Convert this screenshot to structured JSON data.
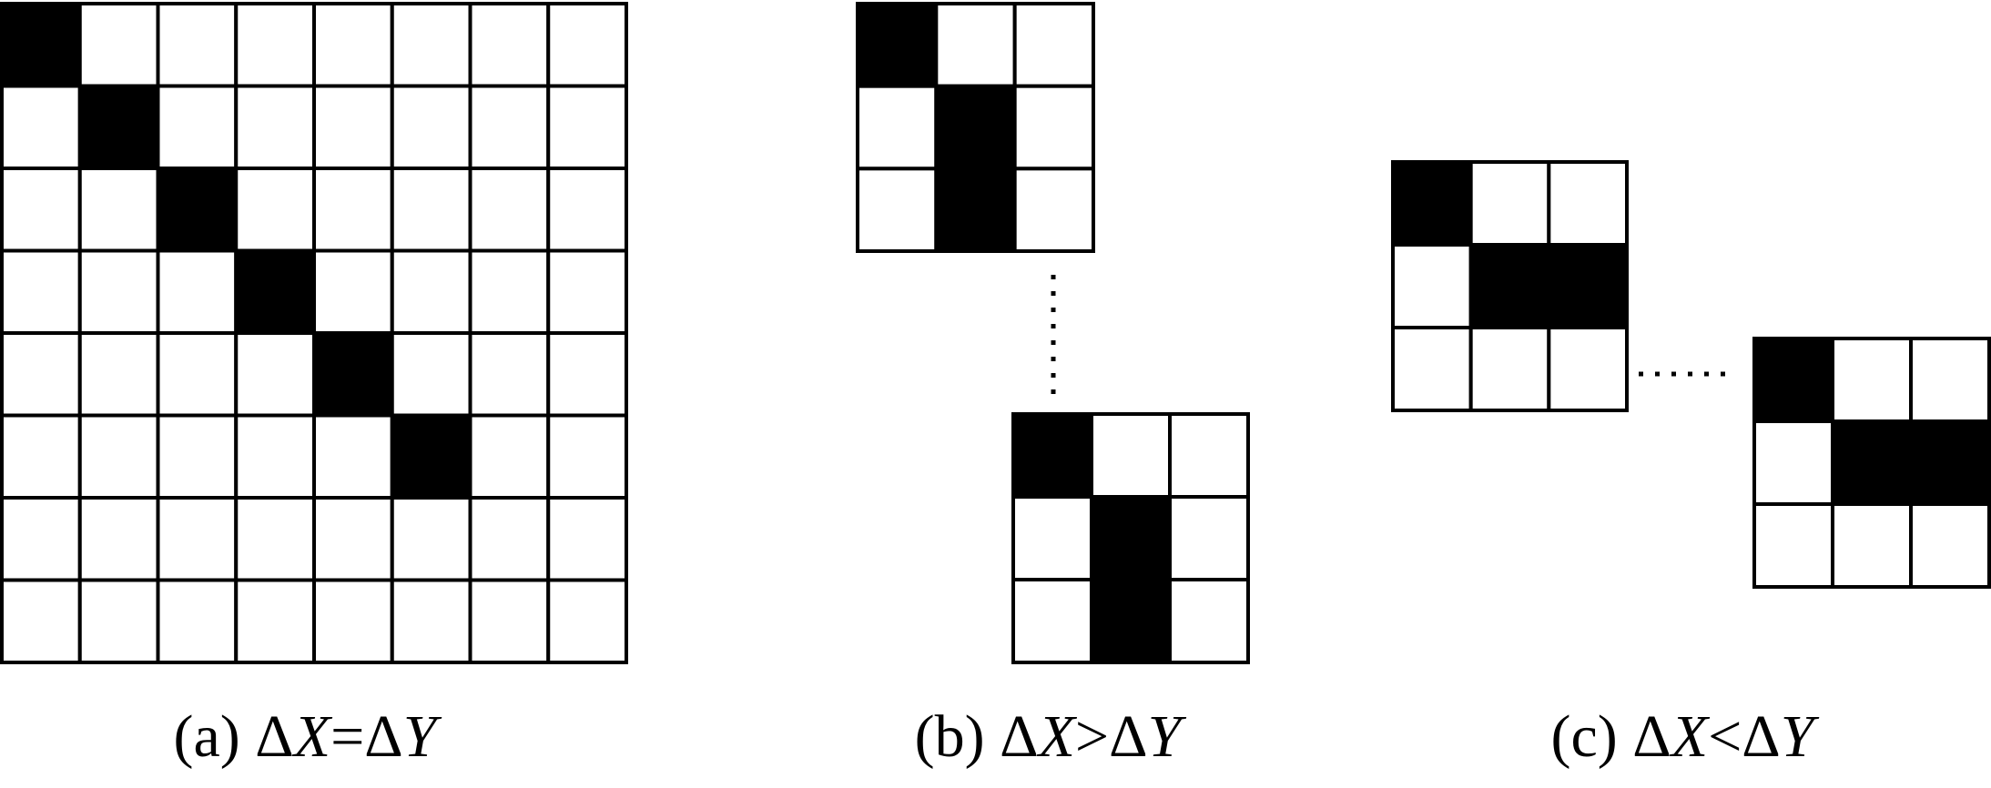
{
  "panels": [
    {
      "id": "a",
      "tag": "(a)",
      "relation": "=",
      "dx": "Δ",
      "x": "X",
      "dy": "Δ",
      "y": "Y",
      "grids": [
        {
          "rows": 8,
          "cols": 8,
          "filled": [
            [
              0,
              0
            ],
            [
              1,
              1
            ],
            [
              2,
              2
            ],
            [
              3,
              3
            ],
            [
              4,
              4
            ],
            [
              5,
              5
            ]
          ]
        }
      ]
    },
    {
      "id": "b",
      "tag": "(b)",
      "relation": ">",
      "dx": "Δ",
      "x": "X",
      "dy": "Δ",
      "y": "Y",
      "grids": [
        {
          "rows": 3,
          "cols": 3,
          "filled": [
            [
              0,
              0
            ],
            [
              1,
              1
            ],
            [
              2,
              1
            ]
          ]
        },
        {
          "rows": 3,
          "cols": 3,
          "filled": [
            [
              0,
              0
            ],
            [
              1,
              1
            ],
            [
              2,
              1
            ]
          ]
        }
      ]
    },
    {
      "id": "c",
      "tag": "(c)",
      "relation": "<",
      "dx": "Δ",
      "x": "X",
      "dy": "Δ",
      "y": "Y",
      "grids": [
        {
          "rows": 3,
          "cols": 3,
          "filled": [
            [
              0,
              0
            ],
            [
              1,
              1
            ],
            [
              1,
              2
            ]
          ]
        },
        {
          "rows": 3,
          "cols": 3,
          "filled": [
            [
              0,
              0
            ],
            [
              1,
              1
            ],
            [
              1,
              2
            ]
          ]
        }
      ]
    }
  ],
  "colors": {
    "ink": "#000000",
    "paper": "#ffffff"
  }
}
